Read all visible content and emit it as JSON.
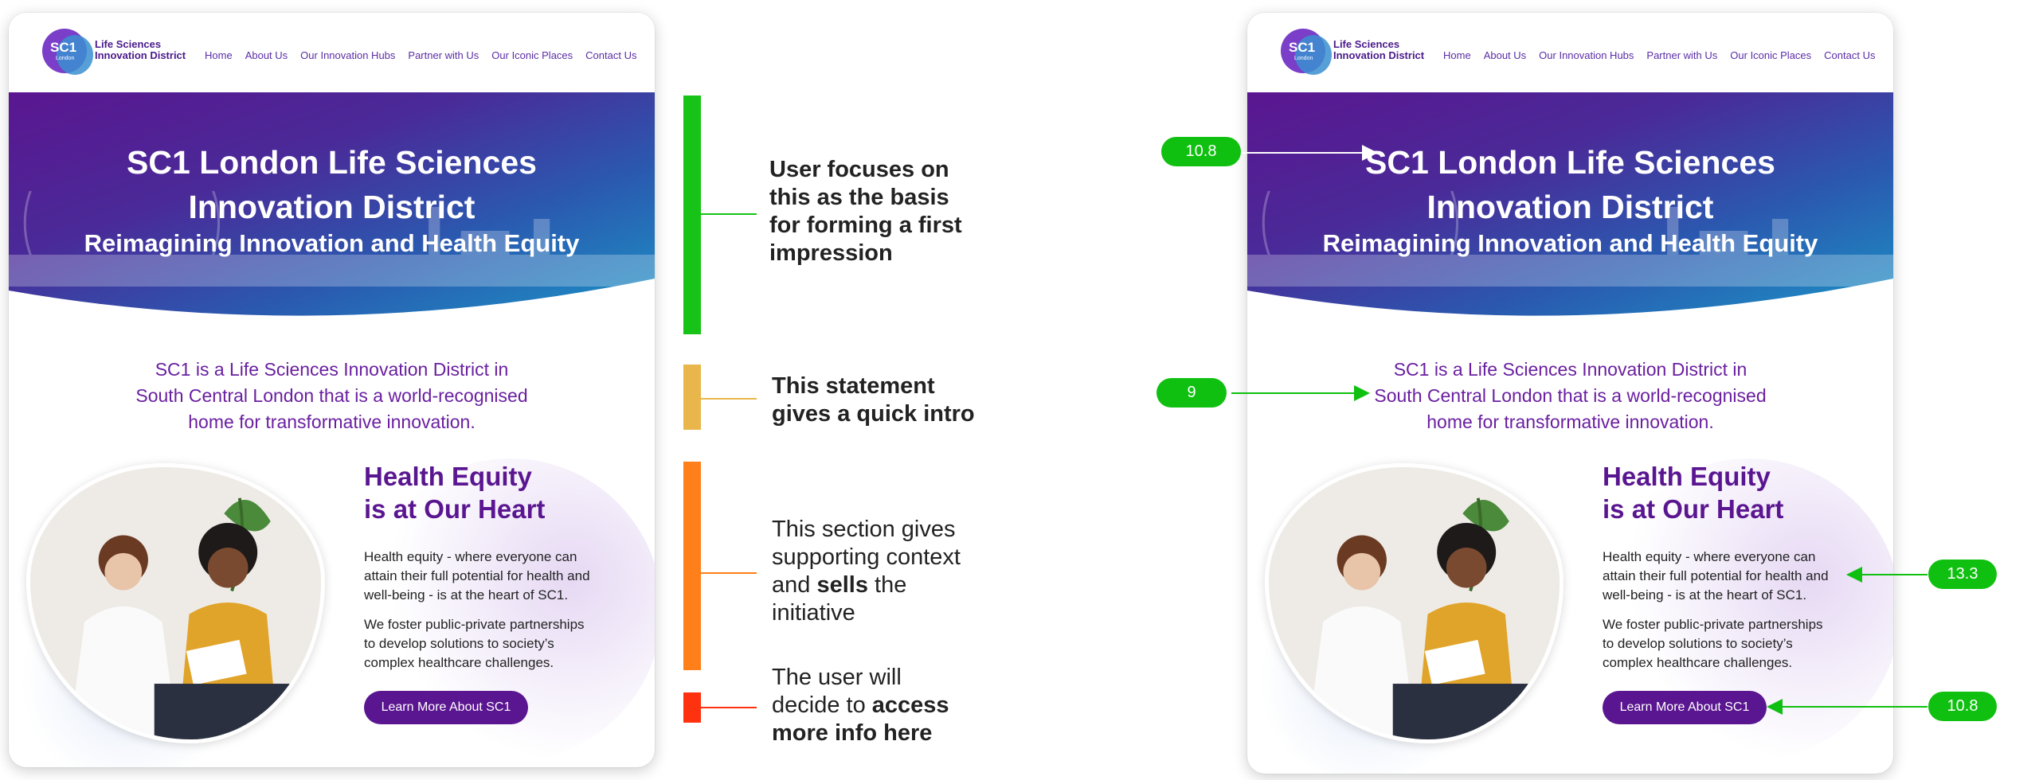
{
  "site": {
    "logo": {
      "sc": "SC1",
      "sub": "London"
    },
    "brand": {
      "line1": "Life Sciences",
      "line2": "Innovation District"
    },
    "nav": [
      "Home",
      "About Us",
      "Our Innovation Hubs",
      "Partner with Us",
      "Our Iconic Places",
      "Contact Us"
    ],
    "hero": {
      "title_line1": "SC1 London Life Sciences",
      "title_line2": "Innovation District",
      "subtitle": "Reimagining Innovation and Health Equity"
    },
    "intro": {
      "line1": "SC1 is a Life Sciences Innovation District in",
      "line2": "South Central London that is a world-recognised",
      "line3": "home for transformative innovation."
    },
    "health": {
      "title_line1": "Health Equity",
      "title_line2": "is at Our Heart",
      "p1": [
        "Health equity - where everyone can",
        "attain their full potential for health and",
        "well-being - is at the heart of SC1."
      ],
      "p2": [
        "We foster public-private partnerships",
        "to develop solutions to society’s",
        "complex healthcare challenges."
      ],
      "cta": "Learn More About SC1"
    }
  },
  "annotations": [
    {
      "color": "#16c316",
      "lines": [
        "User focuses on",
        "this as the basis",
        "for forming a first",
        "impression"
      ],
      "bold": true
    },
    {
      "color": "#e9b64b",
      "lines": [
        "This statement",
        "gives a quick intro"
      ],
      "bold": true
    },
    {
      "color": "#ff7f1a",
      "lines": [
        "This section gives",
        "supporting context",
        "and sells the",
        "initiative"
      ],
      "bold": false
    },
    {
      "color": "#ff3210",
      "lines": [
        "The user will",
        "decide to access",
        "more info here"
      ],
      "bold": false
    }
  ],
  "metrics": {
    "hero_title": "10.8",
    "intro": "9",
    "body_text": "13.3",
    "cta": "10.8",
    "pill_color": "#10c010"
  },
  "colors": {
    "brand_purple": "#5a1690",
    "link_purple": "#5b2ea6"
  }
}
